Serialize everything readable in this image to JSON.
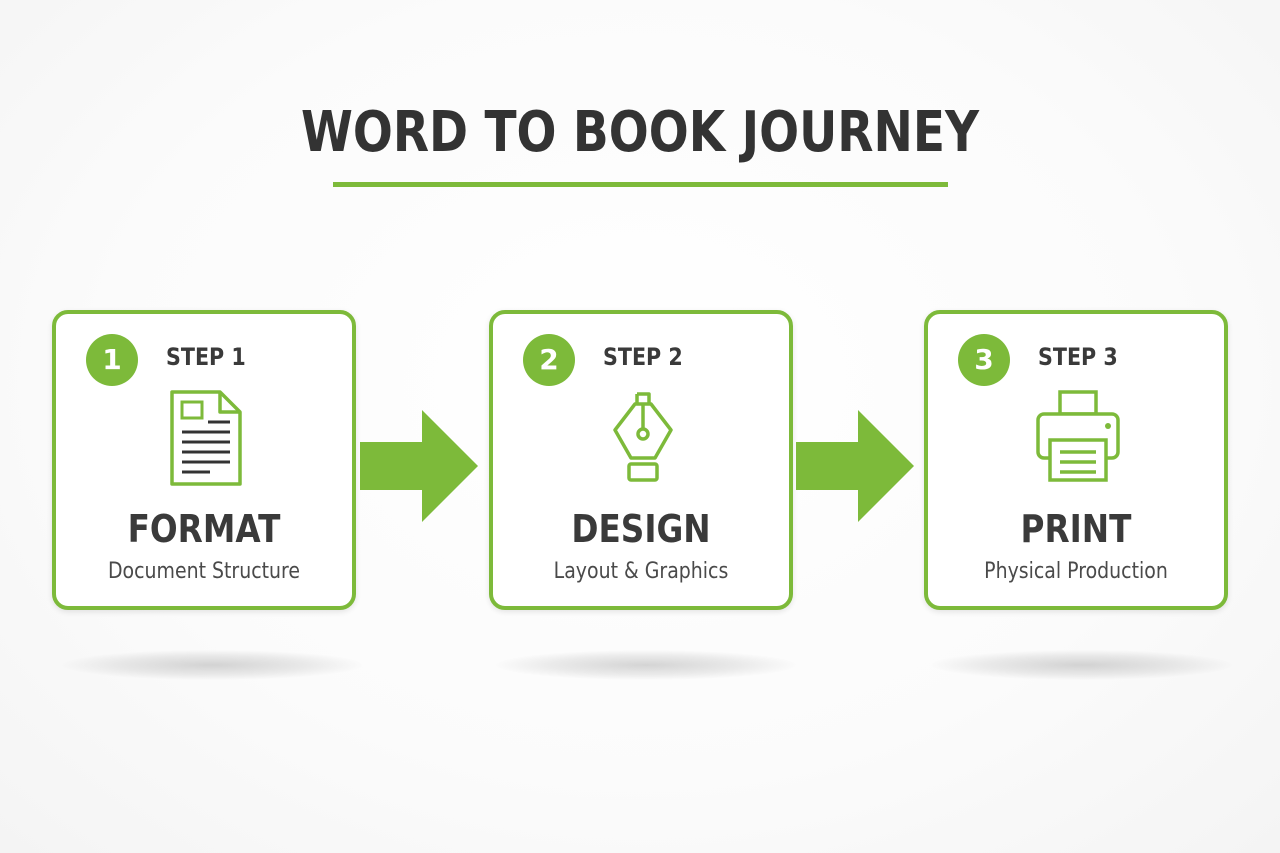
{
  "title": "WORD TO BOOK JOURNEY",
  "accent_color": "#7dba3a",
  "text_color": "#3a3a3a",
  "steps": [
    {
      "number": "1",
      "label": "STEP 1",
      "icon": "document-icon",
      "title": "FORMAT",
      "subtitle": "Document Structure"
    },
    {
      "number": "2",
      "label": "STEP 2",
      "icon": "pen-nib-icon",
      "title": "DESIGN",
      "subtitle": "Layout & Graphics"
    },
    {
      "number": "3",
      "label": "STEP 3",
      "icon": "printer-icon",
      "title": "PRINT",
      "subtitle": "Physical Production"
    }
  ]
}
